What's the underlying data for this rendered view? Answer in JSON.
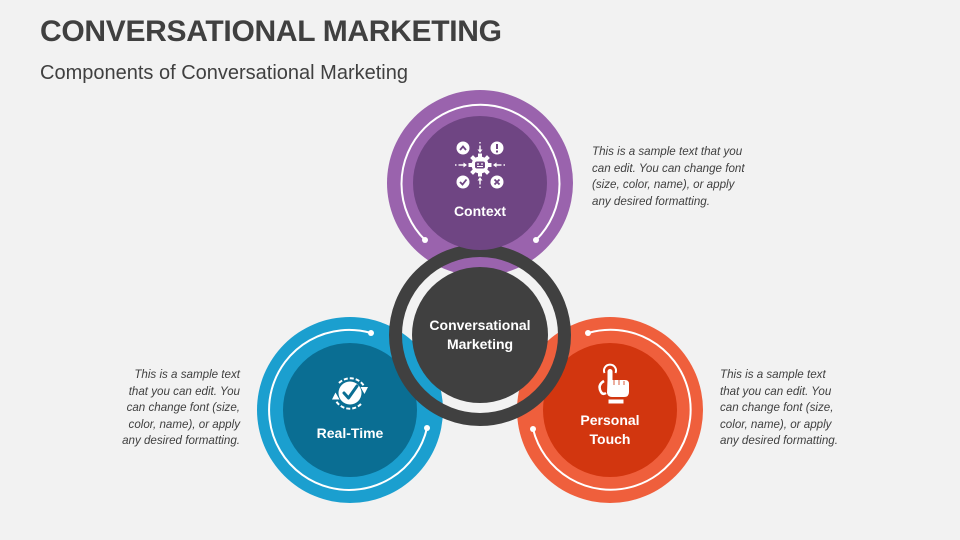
{
  "header": {
    "title": "CONVERSATIONAL MARKETING",
    "subtitle": "Components of Conversational Marketing"
  },
  "colors": {
    "background": "#f2f2f2",
    "text": "#404040",
    "center_dark": "#404040",
    "context_outer": "#9a63ad",
    "context_inner": "#6f4583",
    "realtime_outer": "#1b9fcf",
    "realtime_inner": "#0a6e93",
    "personal_outer": "#ef5f3c",
    "personal_inner": "#d2360f"
  },
  "diagram": {
    "center": {
      "label_lines": [
        "Conversational",
        "Marketing"
      ]
    },
    "components": [
      {
        "id": "context",
        "label_lines": [
          "Context"
        ],
        "icon": "gear-with-inputs-icon",
        "position": "top",
        "description": [
          "This is a sample text that you",
          "can edit. You can change font",
          "(size, color, name), or apply",
          "any desired formatting."
        ]
      },
      {
        "id": "real-time",
        "label_lines": [
          "Real-Time"
        ],
        "icon": "clock-check-icon",
        "position": "bottom-left",
        "description": [
          "This is a sample text",
          "that you can edit. You",
          "can change font (size,",
          "color, name), or apply",
          "any desired formatting."
        ]
      },
      {
        "id": "personal-touch",
        "label_lines": [
          "Personal",
          "Touch"
        ],
        "icon": "hand-touch-icon",
        "position": "bottom-right",
        "description": [
          "This is a sample text",
          "that you can edit. You",
          "can change font (size,",
          "color, name), or apply",
          "any desired formatting."
        ]
      }
    ]
  }
}
